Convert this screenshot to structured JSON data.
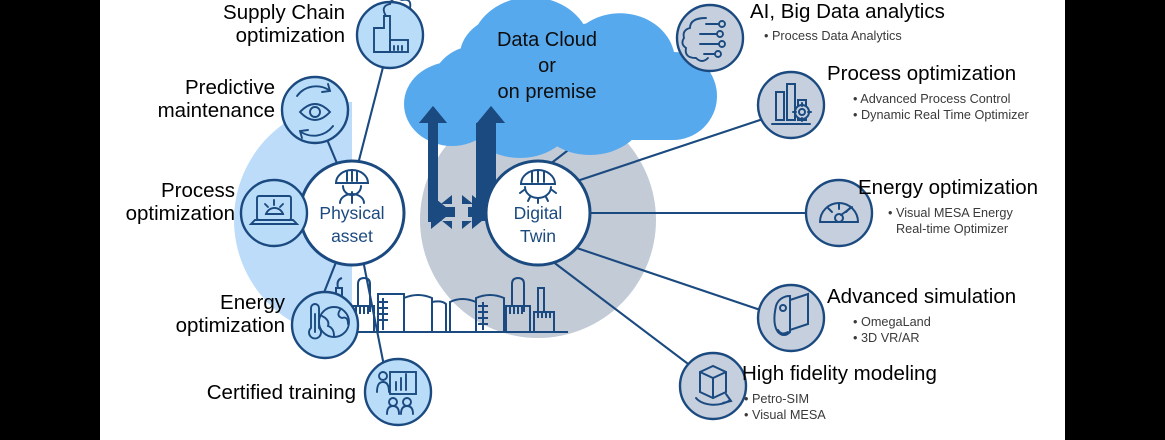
{
  "diagram": {
    "title": "Physical asset and Digital Twin ecosystem",
    "colors": {
      "cloud_blue": "#57a9ee",
      "left_halo": "#bcdcfa",
      "right_halo": "#c3cbd6",
      "node_stroke": "#1b4a80",
      "left_icon_fill": "#b9dcf8",
      "right_icon_fill": "#c5cfdd",
      "arrow_navy": "#1b4a80",
      "text_black": "#000000",
      "bullet_gray": "#3a3a3a",
      "canvas": "#ffffff",
      "backdrop": "#000000"
    },
    "cloud": {
      "line1": "Data Cloud",
      "line2": "or",
      "line3": "on premise"
    },
    "center_nodes": [
      {
        "id": "physical-asset",
        "line1": "Physical",
        "line2": "asset",
        "icon": "worker-helmet-icon",
        "halo": "left"
      },
      {
        "id": "digital-twin",
        "line1": "Digital",
        "line2": "Twin",
        "icon": "helmet-gear-icon",
        "halo": "right"
      }
    ],
    "plant_icons": [
      {
        "id": "plant-left",
        "icon": "refinery-plant-icon"
      },
      {
        "id": "plant-right",
        "icon": "refinery-plant-icon"
      }
    ],
    "left_items": [
      {
        "id": "supply-chain-optimization",
        "icon": "factory-smoke-icon",
        "lines": [
          "Supply Chain",
          "optimization"
        ],
        "bullets": []
      },
      {
        "id": "predictive-maintenance",
        "icon": "eye-cycle-icon",
        "lines": [
          "Predictive",
          "maintenance"
        ],
        "bullets": []
      },
      {
        "id": "process-optimization-left",
        "icon": "laptop-gear-icon",
        "lines": [
          "Process",
          "optimization"
        ],
        "bullets": []
      },
      {
        "id": "energy-optimization-left",
        "icon": "thermometer-globe-icon",
        "lines": [
          "Energy",
          "optimization"
        ],
        "bullets": []
      },
      {
        "id": "certified-training",
        "icon": "training-board-icon",
        "lines": [
          "Certified training"
        ],
        "bullets": []
      }
    ],
    "right_items": [
      {
        "id": "ai-big-data-analytics",
        "icon": "brain-circuit-icon",
        "lines": [
          "AI,  Big Data analytics"
        ],
        "bullets": [
          "• Process Data Analytics"
        ]
      },
      {
        "id": "process-optimization-right",
        "icon": "bar-chart-gear-icon",
        "lines": [
          "Process optimization"
        ],
        "bullets": [
          "• Advanced Process Control",
          "• Dynamic Real Time Optimizer"
        ]
      },
      {
        "id": "energy-optimization-right",
        "icon": "gauge-icon",
        "lines": [
          "Energy optimization"
        ],
        "bullets": [
          "• Visual MESA Energy",
          "Real-time Optimizer"
        ]
      },
      {
        "id": "advanced-simulation",
        "icon": "vr-headset-icon",
        "lines": [
          "Advanced simulation"
        ],
        "bullets": [
          "• OmegaLand",
          "• 3D VR/AR"
        ]
      },
      {
        "id": "high-fidelity-modeling",
        "icon": "rotating-cube-icon",
        "lines": [
          "High fidelity modeling"
        ],
        "bullets": [
          "• Petro-SIM",
          "• Visual MESA"
        ]
      }
    ]
  }
}
